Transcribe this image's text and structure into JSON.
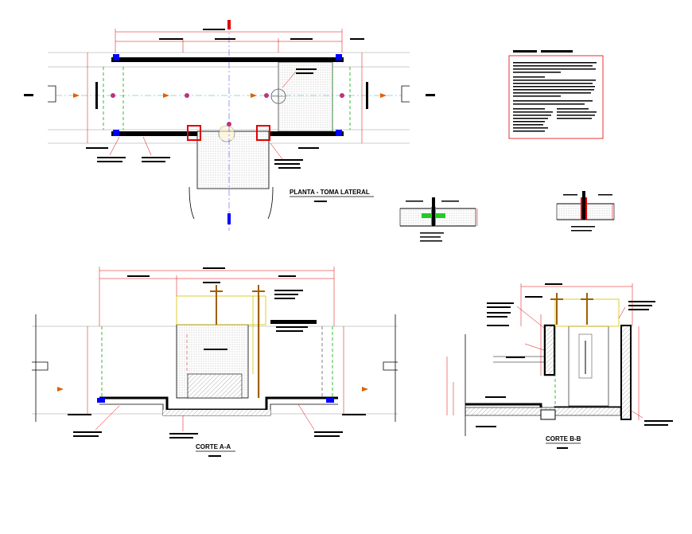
{
  "titles": {
    "plan": "PLANTA - TOMA LATERAL",
    "section_aa": "CORTE A-A",
    "section_bb": "CORTE B-B"
  },
  "colors": {
    "line": "#000000",
    "red": "#e00000",
    "green": "#00b000",
    "blue": "#0000ff",
    "yellow": "#d8c000",
    "orange": "#e06000",
    "gray": "#9a9a9a",
    "hatch": "#d6d6d6",
    "bright_green": "#22cc22"
  }
}
